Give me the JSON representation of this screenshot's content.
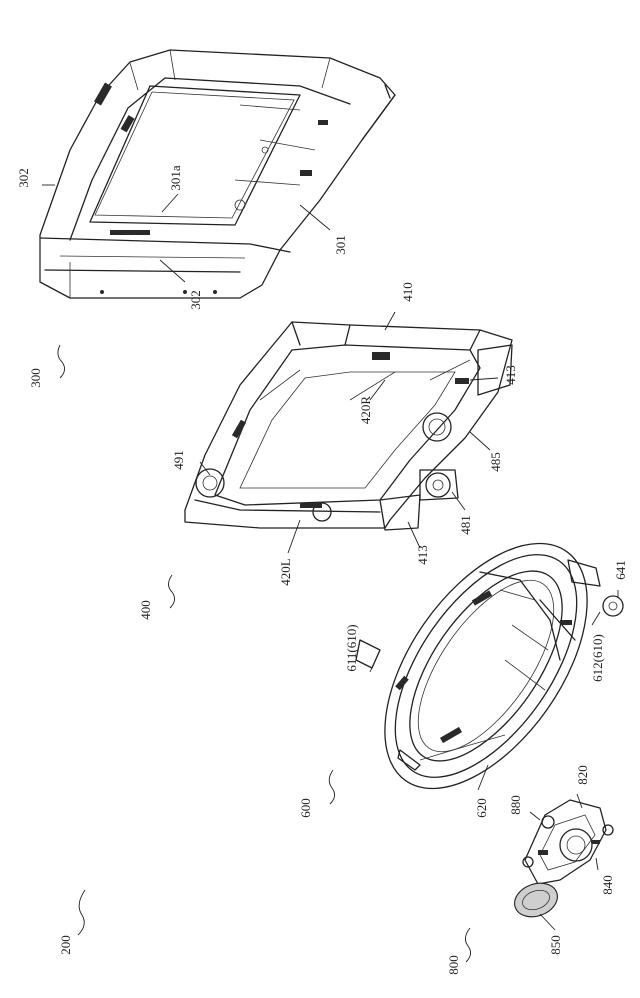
{
  "figure": {
    "labels": {
      "l200": "200",
      "l300": "300",
      "l400": "400",
      "l600": "600",
      "l800": "800",
      "l302a": "302",
      "l302b": "302",
      "l301": "301",
      "l301a": "301a",
      "l410": "410",
      "l420R": "420R",
      "l413a": "413",
      "l413b": "413",
      "l485": "485",
      "l481": "481",
      "l491": "491",
      "l420L": "420L",
      "l641": "641",
      "l611": "611(610)",
      "l612": "612(610)",
      "l620": "620",
      "l820": "820",
      "l880": "880",
      "l840": "840",
      "l850": "850"
    }
  }
}
